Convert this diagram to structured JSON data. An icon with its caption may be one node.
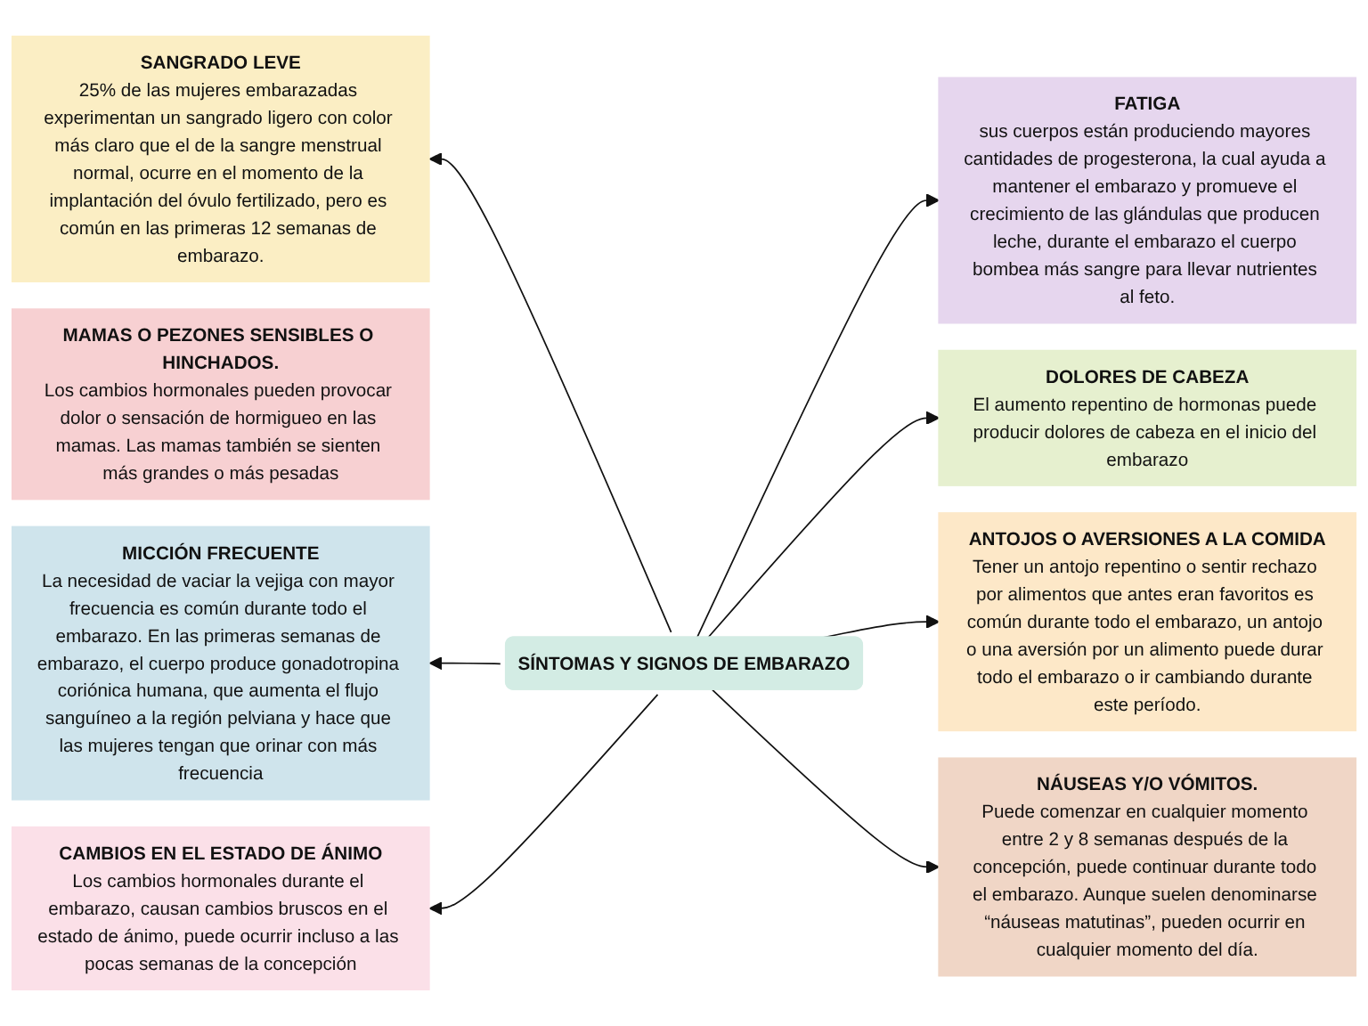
{
  "diagram": {
    "nodes": [
      {
        "text": [
          "SANGRADO LEVE",
          "25% de las mujeres embarazadas experimentan un sangrado ligero con color más claro que el de la sangre menstrual normal, ocurre en el momento de la implantación del óvulo fertilizado, pero es común en las primeras 12 semanas de embarazo."
        ]
      },
      {
        "text": [
          "MAMAS O PEZONES SENSIBLES O HINCHADOS.",
          "Los cambios hormonales pueden provocar dolor o sensación de hormigueo en las mamas. Las mamas también se sienten más grandes o más pesadas"
        ]
      },
      {
        "text": [
          "FATIGA",
          "sus cuerpos están produciendo mayores cantidades de progesterona, la cual ayuda a mantener el embarazo y promueve el crecimiento de las glándulas que producen leche, durante el embarazo el cuerpo bombea más sangre para llevar nutrientes al feto."
        ]
      },
      {
        "text": [
          "MICCIÓN FRECUENTE",
          "La necesidad de vaciar la vejiga con mayor frecuencia es común durante todo el embarazo. En las primeras semanas de embarazo, el cuerpo produce gonadotropina coriónica humana, que aumenta el flujo sanguíneo a la región pelviana y hace que las mujeres tengan que orinar con más frecuencia"
        ]
      },
      {
        "text": [
          "SÍNTOMAS Y SIGNOS DE EMBARAZO"
        ]
      },
      {
        "text": [
          "DOLORES DE CABEZA",
          "El aumento repentino de hormonas puede producir dolores de cabeza en el inicio del embarazo"
        ]
      },
      {
        "text": [
          "NÁUSEAS Y/O VÓMITOS.",
          "Puede comenzar en cualquier momento entre 2 y 8 semanas después de la concepción, puede continuar durante todo el embarazo. Aunque suelen denominarse “náuseas matutinas”, pueden ocurrir en cualquier momento del día."
        ]
      },
      {
        "text": [
          "ANTOJOS O AVERSIONES A LA COMIDA",
          "Tener un antojo repentino o sentir rechazo por alimentos que antes eran favoritos es común durante todo el embarazo, un antojo o una aversión por un alimento puede durar todo el embarazo o ir cambiando durante este período."
        ]
      },
      {
        "text": [
          "CAMBIOS EN EL ESTADO DE ÁNIMO",
          "Los cambios hormonales durante el embarazo, causan cambios bruscos en el estado de ánimo, puede ocurrir incluso a las pocas semanas de la concepción"
        ]
      }
    ],
    "edges": [
      {
        "from": 4,
        "to": 0,
        "arrow": "to"
      },
      {
        "from": 4,
        "to": 2,
        "arrow": "to"
      },
      {
        "from": 4,
        "to": 3,
        "arrow": "to"
      },
      {
        "from": 4,
        "to": 5,
        "arrow": "to"
      },
      {
        "from": 4,
        "to": 8,
        "arrow": "to"
      },
      {
        "from": 4,
        "to": 7,
        "arrow": "to"
      },
      {
        "from": 4,
        "to": 6,
        "arrow": "to"
      }
    ]
  }
}
